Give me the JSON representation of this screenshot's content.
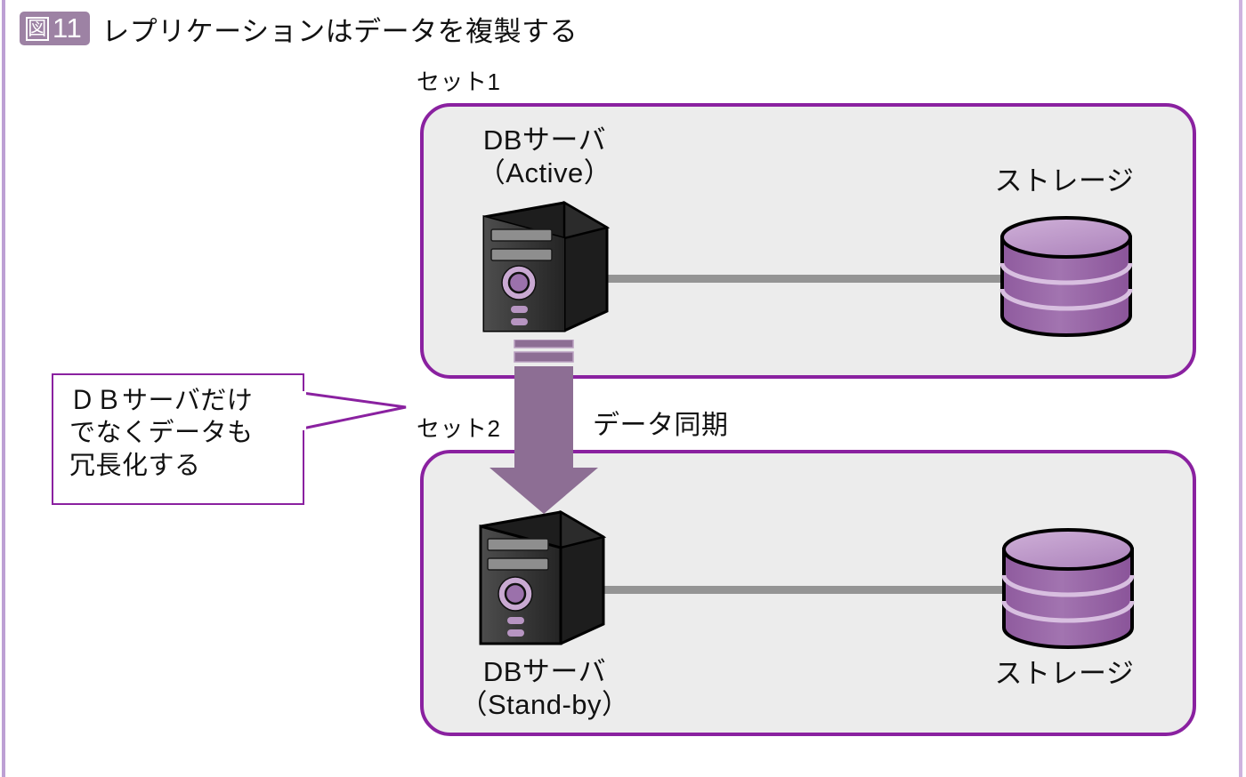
{
  "figure": {
    "badge_kanji": "図",
    "badge_number": "11",
    "title": "レプリケーションはデータを複製する",
    "badge_color": "#9d82a4"
  },
  "colors": {
    "box_border": "#8a21a0",
    "box_fill": "#ececec",
    "arrow": "#8d6e94",
    "storage_body": "#9a68a8",
    "storage_top": "#c098cb",
    "connector": "#949494",
    "page_rule": "#bda0d4"
  },
  "sets": [
    {
      "set_label": "セット1",
      "server": {
        "label_line1": "DBサーバ",
        "label_line2": "（Active）",
        "label_position": "above",
        "icon": "server-tower-icon"
      },
      "storage": {
        "label": "ストレージ",
        "label_position": "above",
        "icon": "storage-cylinder-icon"
      }
    },
    {
      "set_label": "セット2",
      "server": {
        "label_line1": "DBサーバ",
        "label_line2": "（Stand-by）",
        "label_position": "below",
        "icon": "server-tower-icon"
      },
      "storage": {
        "label": "ストレージ",
        "label_position": "below",
        "icon": "storage-cylinder-icon"
      }
    }
  ],
  "sync_arrow": {
    "label": "データ同期",
    "direction": "down",
    "from": "セット1",
    "to": "セット2"
  },
  "callout": {
    "text": "ＤＢサーバだけ\nでなくデータも\n冗長化する",
    "points_to": "セット1"
  }
}
